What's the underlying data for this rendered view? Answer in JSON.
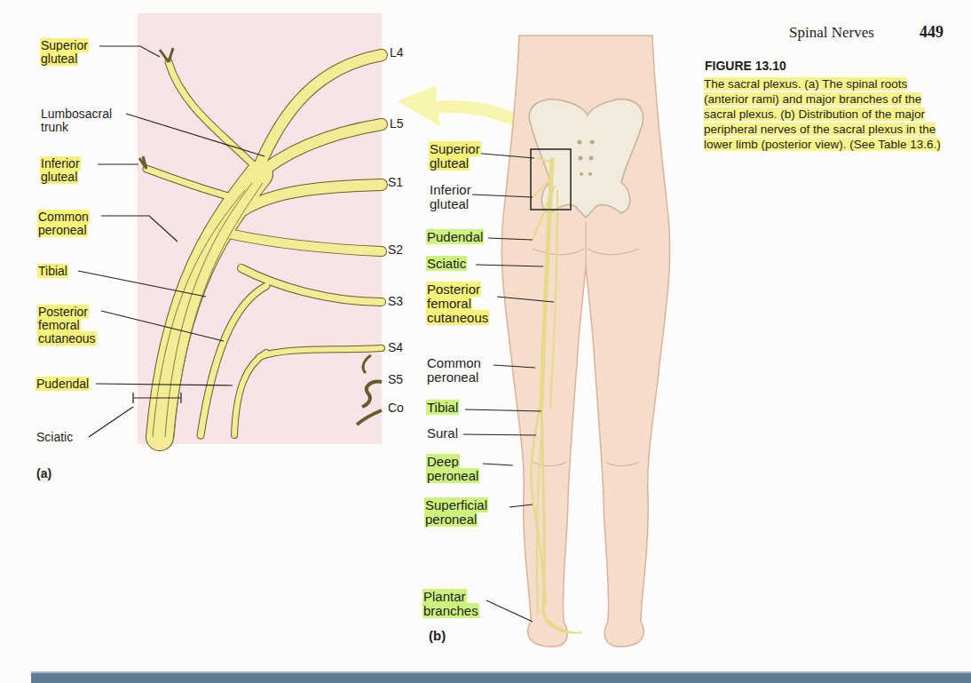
{
  "diagram": {
    "caption": "The sacral plexus. (a) The spinal roots (anterior rami) and major branches of the sacral plexus. (b) Distribution of the major peripheral nerves of the sacral plexus in the lower limb (posterior view). (See Table 13.6.)",
    "labels": [
      "Spinal Nerves",
      "449",
      "FIGURE 13.10",
      "Superior gluteal",
      "Lumbosacral trunk",
      "Inferior gluteal",
      "Common peroneal",
      "Tibial",
      "Posterior femoral cutaneous",
      "Pudendal",
      "Sciatic",
      "(a)",
      "L4",
      "L5",
      "S1",
      "S2",
      "S3",
      "S4",
      "S5",
      "Co",
      "Superior gluteal",
      "Inferior gluteal",
      "Pudendal",
      "Sciatic",
      "Posterior femoral cutaneous",
      "Common peroneal",
      "Tibial",
      "Sural",
      "Deep peroneal",
      "Superficial peroneal",
      "Plantar branches",
      "(b)"
    ]
  }
}
